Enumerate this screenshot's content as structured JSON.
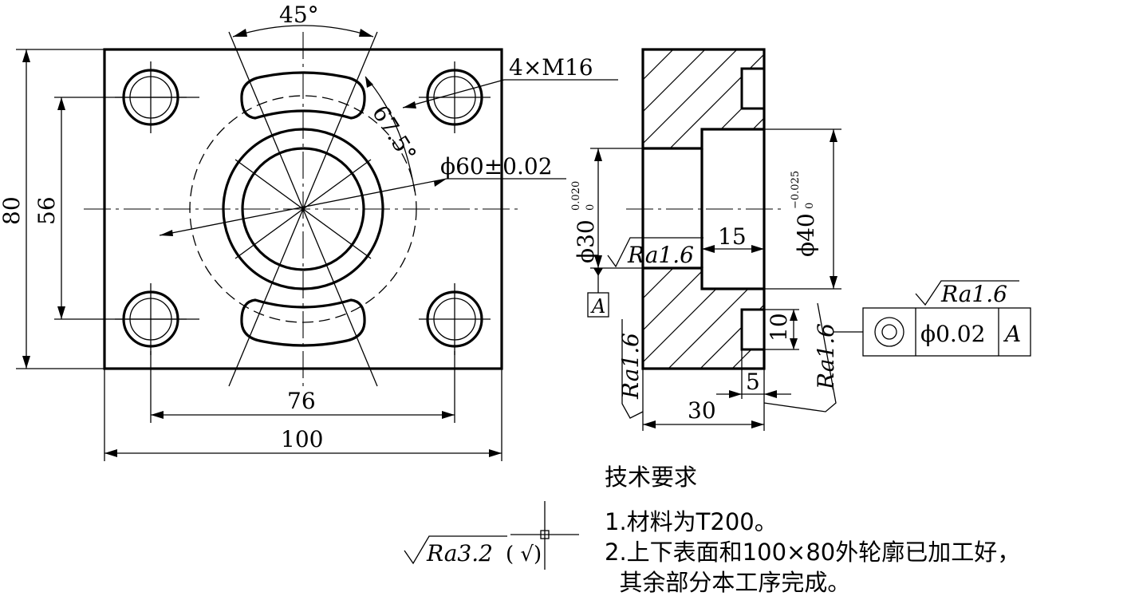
{
  "front_view": {
    "dim_angle_45": "45°",
    "dim_angle_67_5": "67.5°",
    "dim_thread": "4×M16",
    "dim_diameter_60": "ϕ60±0.02",
    "dim_height_80": "80",
    "dim_height_56": "56",
    "dim_width_76": "76",
    "dim_width_100": "100"
  },
  "section_view": {
    "dim_bore_30_symbol": "ϕ30",
    "dim_bore_30_upper": "0.020",
    "dim_bore_30_lower": "0",
    "dim_bore_40_symbol": "ϕ40",
    "dim_bore_40_upper": "−0.025",
    "dim_bore_40_lower": "0",
    "dim_depth_15": "15",
    "dim_thickness_30": "30",
    "dim_slot_5": "5",
    "dim_slot_10": "10",
    "roughness_bore": "Ra1.6",
    "roughness_left_face": "Ra1.6",
    "roughness_right_face": "Ra1.6",
    "roughness_frame": "Ra1.6",
    "datum_letter": "A"
  },
  "tolerance_frame": {
    "symbol": "◎",
    "value": "ϕ0.02",
    "datum": "A"
  },
  "general_roughness": {
    "text": "Ra3.2",
    "suffix": "( √)"
  },
  "notes": {
    "title": "技术要求",
    "lines": [
      "1.材料为T200。",
      "2.上下表面和100×80外轮廓已加工好，",
      "  其余部分本工序完成。"
    ]
  }
}
